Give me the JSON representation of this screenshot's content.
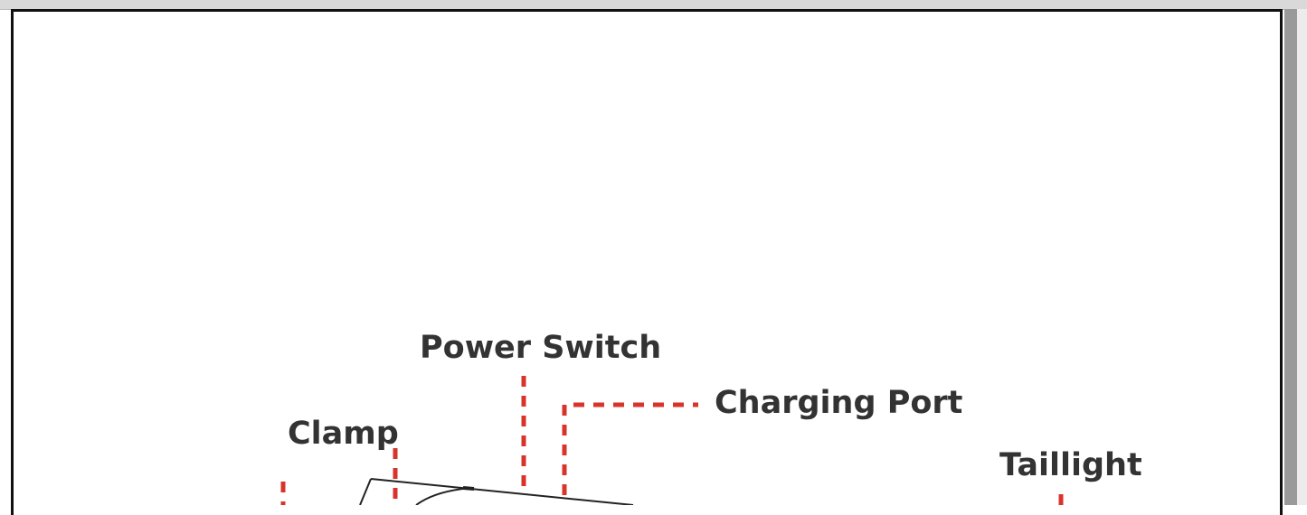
{
  "labels": {
    "power_switch": "Power Switch",
    "charging_port": "Charging Port",
    "clamp": "Clamp",
    "taillight": "Taillight"
  },
  "colors": {
    "leader_line": "#d9342b",
    "label_text": "#333333",
    "outline": "#111111"
  }
}
